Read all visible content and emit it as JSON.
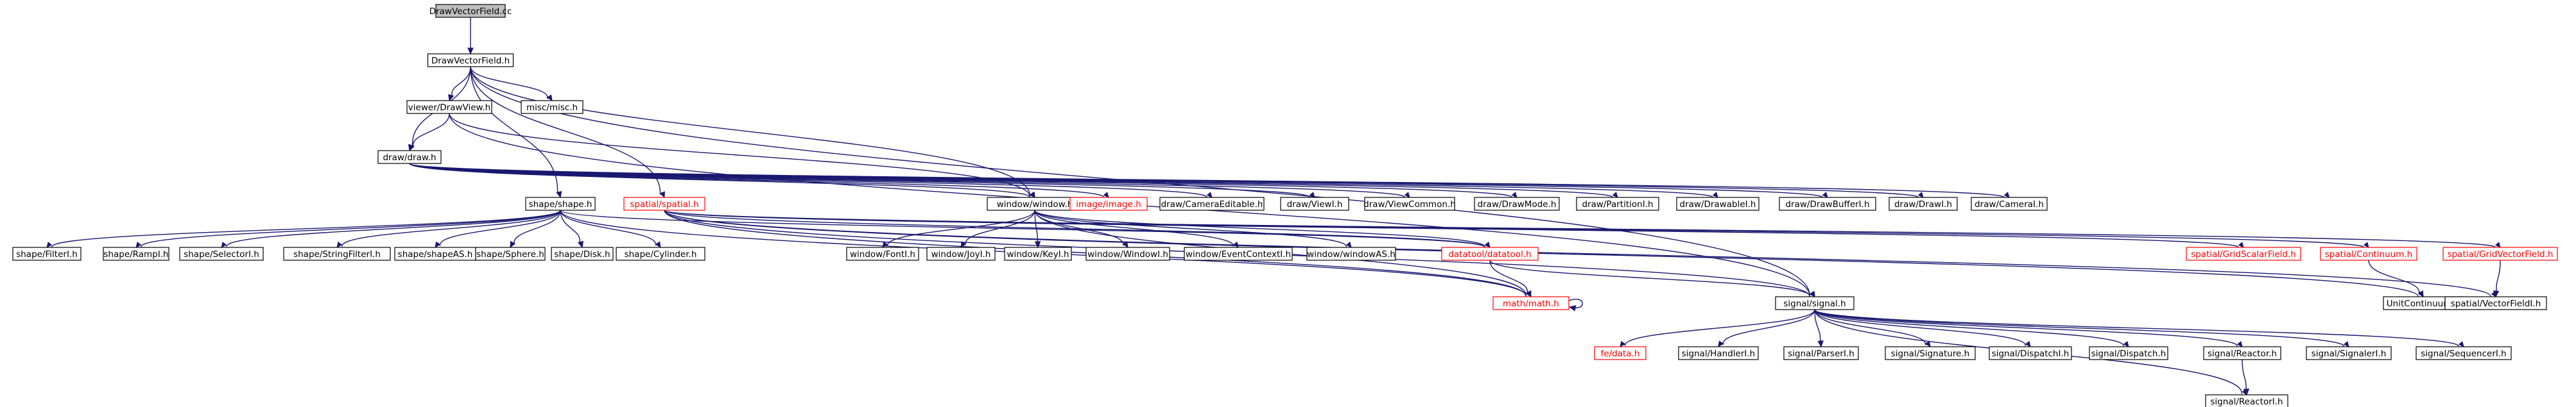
{
  "colors": {
    "edge": "#191970",
    "node_border": "#000000",
    "node_border_missing": "#ff0000",
    "node_fill": "#ffffff",
    "root_fill": "#bfbfbf",
    "text": "#000000",
    "text_missing": "#ff0000"
  },
  "nodes": [
    {
      "id": "root",
      "label": "DrawVectorField.cc",
      "style": "root"
    },
    {
      "id": "dvf",
      "label": "DrawVectorField.h",
      "style": "normal"
    },
    {
      "id": "shape",
      "label": "shape/shape.h",
      "style": "normal"
    },
    {
      "id": "window",
      "label": "window/window.h",
      "style": "normal"
    },
    {
      "id": "drawview",
      "label": "viewer/DrawView.h",
      "style": "normal"
    },
    {
      "id": "draw",
      "label": "draw/draw.h",
      "style": "normal"
    },
    {
      "id": "signal",
      "label": "signal/signal.h",
      "style": "normal"
    },
    {
      "id": "misc",
      "label": "misc/misc.h",
      "style": "normal"
    },
    {
      "id": "spatial",
      "label": "spatial/spatial.h",
      "style": "missing"
    },
    {
      "id": "shapefilter",
      "label": "shape/FilterI.h",
      "style": "normal"
    },
    {
      "id": "shaperamp",
      "label": "shape/RampI.h",
      "style": "normal"
    },
    {
      "id": "shapeselector",
      "label": "shape/SelectorI.h",
      "style": "normal"
    },
    {
      "id": "shapestringfilter",
      "label": "shape/StringFilterI.h",
      "style": "normal"
    },
    {
      "id": "shapeas",
      "label": "shape/shapeAS.h",
      "style": "normal"
    },
    {
      "id": "shapesphere",
      "label": "shape/Sphere.h",
      "style": "normal"
    },
    {
      "id": "shapedisk",
      "label": "shape/Disk.h",
      "style": "normal"
    },
    {
      "id": "shapecylinder",
      "label": "shape/Cylinder.h",
      "style": "normal"
    },
    {
      "id": "math",
      "label": "math/math.h",
      "style": "missing"
    },
    {
      "id": "windowfont",
      "label": "window/FontI.h",
      "style": "normal"
    },
    {
      "id": "windowjoy",
      "label": "window/JoyI.h",
      "style": "normal"
    },
    {
      "id": "windowkey",
      "label": "window/KeyI.h",
      "style": "normal"
    },
    {
      "id": "windowwindowi",
      "label": "window/WindowI.h",
      "style": "normal"
    },
    {
      "id": "windoweventcontext",
      "label": "window/EventContextI.h",
      "style": "normal"
    },
    {
      "id": "windowas",
      "label": "window/windowAS.h",
      "style": "normal"
    },
    {
      "id": "datatool",
      "label": "datatool/datatool.h",
      "style": "missing"
    },
    {
      "id": "image",
      "label": "image/image.h",
      "style": "missing"
    },
    {
      "id": "cameraeditable",
      "label": "draw/CameraEditable.h",
      "style": "normal"
    },
    {
      "id": "viewi",
      "label": "draw/ViewI.h",
      "style": "normal"
    },
    {
      "id": "viewcommon",
      "label": "draw/ViewCommon.h",
      "style": "normal"
    },
    {
      "id": "drawmode",
      "label": "draw/DrawMode.h",
      "style": "normal"
    },
    {
      "id": "partitioni",
      "label": "draw/PartitionI.h",
      "style": "normal"
    },
    {
      "id": "drawablei",
      "label": "draw/DrawableI.h",
      "style": "normal"
    },
    {
      "id": "drawbufferi",
      "label": "draw/DrawBufferI.h",
      "style": "normal"
    },
    {
      "id": "drawi",
      "label": "draw/DrawI.h",
      "style": "normal"
    },
    {
      "id": "camerai",
      "label": "draw/CameraI.h",
      "style": "normal"
    },
    {
      "id": "gridscalarfield",
      "label": "spatial/GridScalarField.h",
      "style": "missing"
    },
    {
      "id": "continuum",
      "label": "spatial/Continuum.h",
      "style": "missing"
    },
    {
      "id": "gridvectorfield",
      "label": "spatial/GridVectorField.h",
      "style": "missing"
    },
    {
      "id": "unitcontinuum",
      "label": "UnitContinuum.h",
      "style": "normal"
    },
    {
      "id": "vectorfieldi",
      "label": "spatial/VectorFieldI.h",
      "style": "normal"
    },
    {
      "id": "fedata",
      "label": "fe/data.h",
      "style": "missing"
    },
    {
      "id": "handleri",
      "label": "signal/HandlerI.h",
      "style": "normal"
    },
    {
      "id": "parseri",
      "label": "signal/ParserI.h",
      "style": "normal"
    },
    {
      "id": "signature",
      "label": "signal/Signature.h",
      "style": "normal"
    },
    {
      "id": "dispatchi",
      "label": "signal/DispatchI.h",
      "style": "normal"
    },
    {
      "id": "dispatch",
      "label": "signal/Dispatch.h",
      "style": "normal"
    },
    {
      "id": "reactor",
      "label": "signal/Reactor.h",
      "style": "normal"
    },
    {
      "id": "signaleri",
      "label": "signal/SignalerI.h",
      "style": "normal"
    },
    {
      "id": "sequenceri",
      "label": "signal/SequencerI.h",
      "style": "normal"
    },
    {
      "id": "reactori",
      "label": "signal/ReactorI.h",
      "style": "normal"
    }
  ],
  "edges": [
    [
      "root",
      "dvf"
    ],
    [
      "dvf",
      "shape"
    ],
    [
      "dvf",
      "window"
    ],
    [
      "dvf",
      "drawview"
    ],
    [
      "dvf",
      "draw"
    ],
    [
      "dvf",
      "signal"
    ],
    [
      "dvf",
      "misc"
    ],
    [
      "dvf",
      "spatial"
    ],
    [
      "drawview",
      "window"
    ],
    [
      "drawview",
      "draw"
    ],
    [
      "drawview",
      "signal"
    ],
    [
      "draw",
      "window"
    ],
    [
      "draw",
      "image"
    ],
    [
      "draw",
      "cameraeditable"
    ],
    [
      "draw",
      "viewi"
    ],
    [
      "draw",
      "viewcommon"
    ],
    [
      "draw",
      "drawmode"
    ],
    [
      "draw",
      "partitioni"
    ],
    [
      "draw",
      "drawablei"
    ],
    [
      "draw",
      "drawbufferi"
    ],
    [
      "draw",
      "drawi"
    ],
    [
      "draw",
      "camerai"
    ],
    [
      "shape",
      "shapefilter"
    ],
    [
      "shape",
      "shaperamp"
    ],
    [
      "shape",
      "shapeselector"
    ],
    [
      "shape",
      "shapestringfilter"
    ],
    [
      "shape",
      "shapeas"
    ],
    [
      "shape",
      "shapesphere"
    ],
    [
      "shape",
      "shapedisk"
    ],
    [
      "shape",
      "shapecylinder"
    ],
    [
      "shape",
      "datatool"
    ],
    [
      "shape",
      "math"
    ],
    [
      "window",
      "windowfont"
    ],
    [
      "window",
      "windowjoy"
    ],
    [
      "window",
      "windowkey"
    ],
    [
      "window",
      "windowwindowi"
    ],
    [
      "window",
      "windoweventcontext"
    ],
    [
      "window",
      "windowas"
    ],
    [
      "window",
      "datatool"
    ],
    [
      "window",
      "math"
    ],
    [
      "datatool",
      "math"
    ],
    [
      "datatool",
      "signal"
    ],
    [
      "math",
      "math"
    ],
    [
      "spatial",
      "datatool"
    ],
    [
      "spatial",
      "math"
    ],
    [
      "spatial",
      "signal"
    ],
    [
      "spatial",
      "gridscalarfield"
    ],
    [
      "spatial",
      "continuum"
    ],
    [
      "spatial",
      "unitcontinuum"
    ],
    [
      "spatial",
      "gridvectorfield"
    ],
    [
      "spatial",
      "vectorfieldi"
    ],
    [
      "continuum",
      "unitcontinuum"
    ],
    [
      "gridvectorfield",
      "vectorfieldi"
    ],
    [
      "signal",
      "fedata"
    ],
    [
      "signal",
      "handleri"
    ],
    [
      "signal",
      "parseri"
    ],
    [
      "signal",
      "signature"
    ],
    [
      "signal",
      "dispatchi"
    ],
    [
      "signal",
      "dispatch"
    ],
    [
      "signal",
      "reactor"
    ],
    [
      "signal",
      "signaleri"
    ],
    [
      "signal",
      "sequenceri"
    ],
    [
      "signal",
      "reactori"
    ],
    [
      "reactor",
      "reactori"
    ]
  ]
}
